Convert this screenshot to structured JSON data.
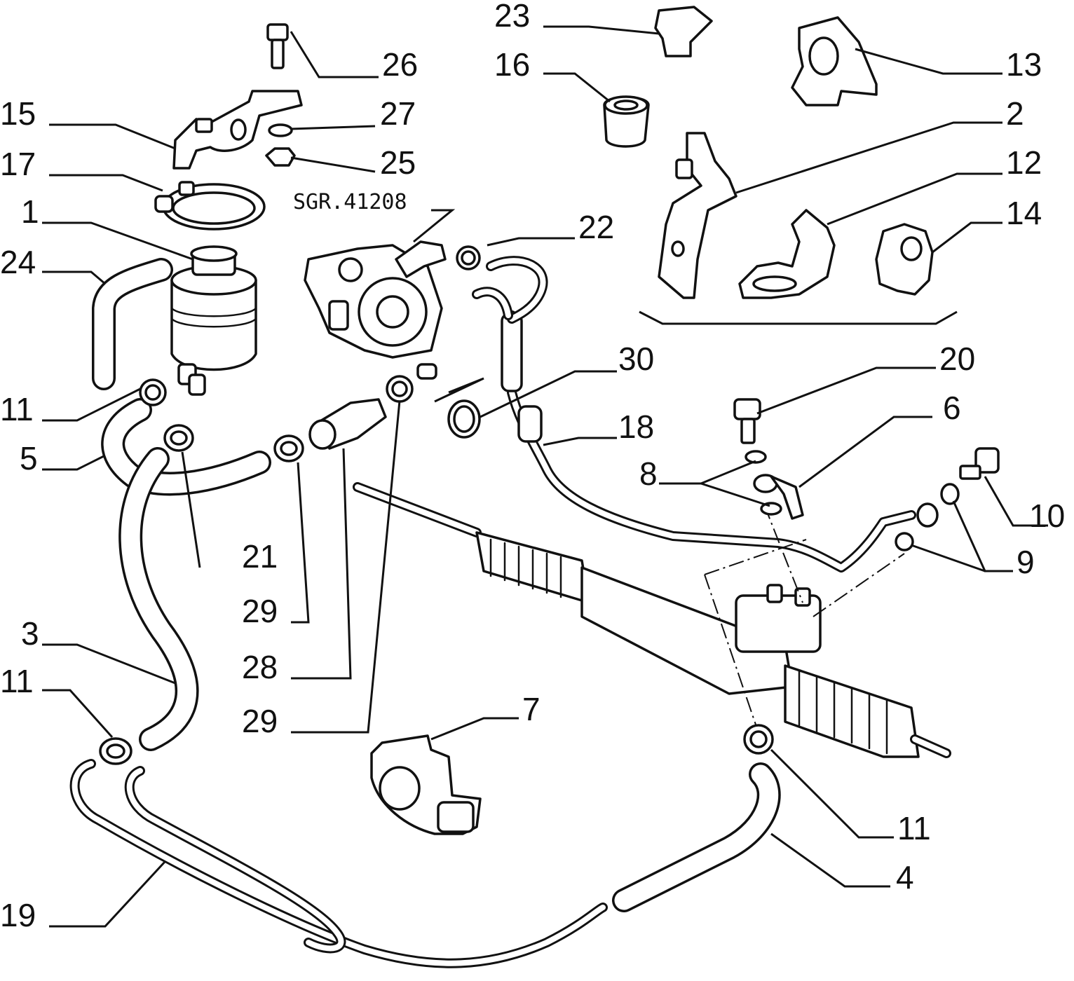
{
  "diagram": {
    "code": "SGR.41208",
    "callouts": {
      "c1": "1",
      "c2": "2",
      "c3": "3",
      "c4": "4",
      "c5": "5",
      "c6": "6",
      "c7": "7",
      "c8": "8",
      "c9": "9",
      "c10": "10",
      "c11a": "11",
      "c11b": "11",
      "c11c": "11",
      "c12": "12",
      "c13": "13",
      "c14": "14",
      "c15": "15",
      "c16": "16",
      "c17": "17",
      "c18": "18",
      "c19": "19",
      "c20": "20",
      "c21": "21",
      "c22": "22",
      "c23": "23",
      "c24": "24",
      "c25": "25",
      "c26": "26",
      "c27": "27",
      "c28": "28",
      "c29a": "29",
      "c29b": "29",
      "c30": "30"
    }
  }
}
